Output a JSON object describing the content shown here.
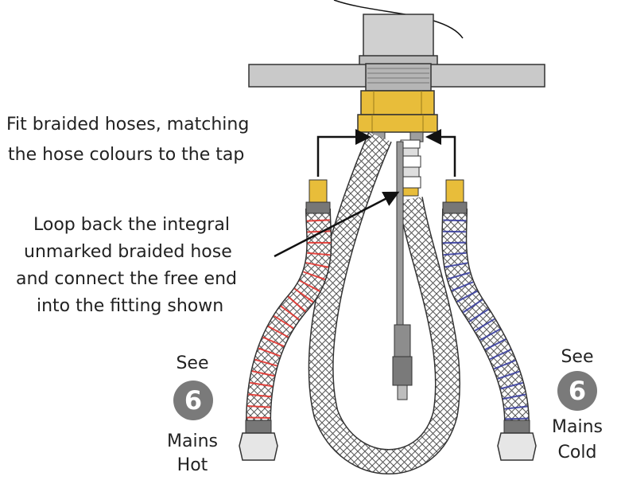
{
  "instruction_fit": [
    "Fit braided hoses, matching",
    "the hose colours to the tap"
  ],
  "instruction_loop": [
    "Loop back the integral",
    "unmarked braided hose",
    "and connect the free end",
    "into the fitting shown"
  ],
  "hot_label": {
    "see": "See",
    "step": "6",
    "line1": "Mains",
    "line2": "Hot"
  },
  "cold_label": {
    "see": "See",
    "step": "6",
    "line1": "Mains",
    "line2": "Cold"
  },
  "colors": {
    "hot_stripe": "#e2342f",
    "cold_stripe": "#3a3fa0",
    "brass": "#e8bd3a",
    "badge": "#7a7a7a",
    "chrome": "#c9c9c9"
  }
}
